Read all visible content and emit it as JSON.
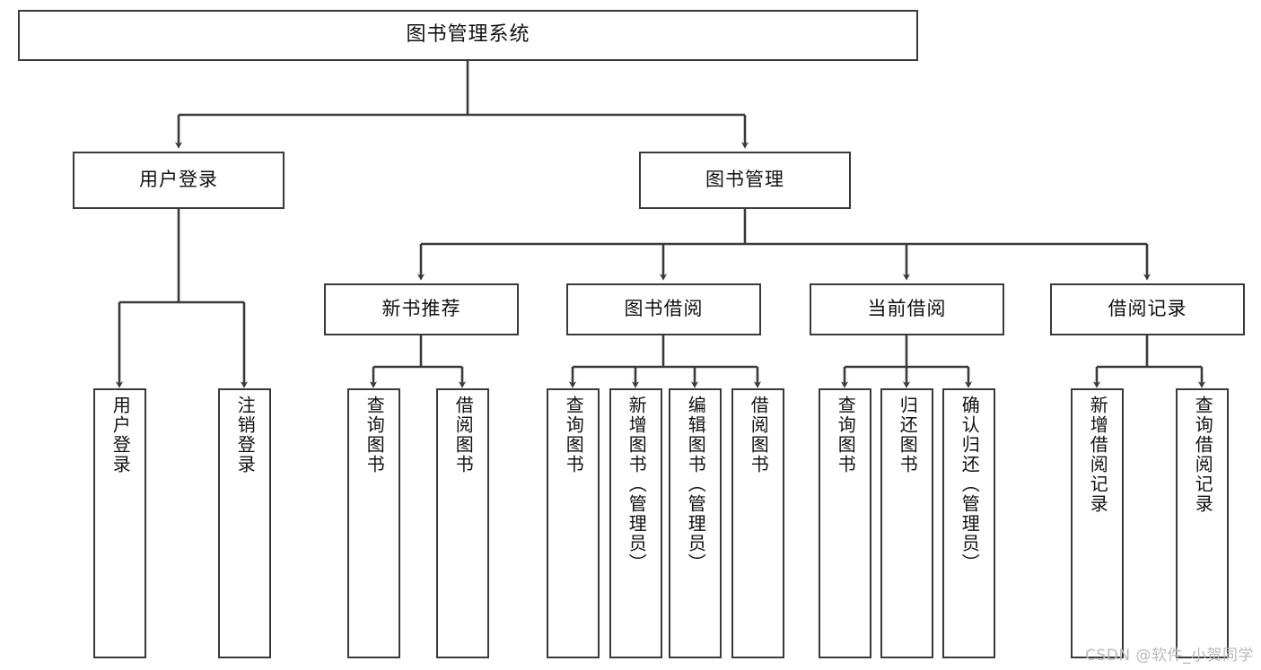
{
  "diagram": {
    "title": "图书管理系统",
    "type": "tree-hierarchy-diagram",
    "colors": {
      "box_border": "#3a3a3a",
      "box_fill": "#ffffff",
      "edge": "#3a3a3a",
      "text": "#111111",
      "watermark": "#b9b9b9",
      "background": "#ffffff"
    },
    "root": {
      "label": "图书管理系统"
    },
    "level2": [
      {
        "label": "用户登录"
      },
      {
        "label": "图书管理"
      }
    ],
    "level3": [
      {
        "label": "新书推荐"
      },
      {
        "label": "图书借阅"
      },
      {
        "label": "当前借阅"
      },
      {
        "label": "借阅记录"
      }
    ],
    "leaves": {
      "user_login": [
        {
          "label": "用户登录"
        },
        {
          "label": "注销登录"
        }
      ],
      "new_book_recommend": [
        {
          "label": "查询图书"
        },
        {
          "label": "借阅图书"
        }
      ],
      "book_borrow": [
        {
          "label": "查询图书"
        },
        {
          "label": "新增图书（管理员）"
        },
        {
          "label": "编辑图书（管理员）"
        },
        {
          "label": "借阅图书"
        }
      ],
      "current_borrow": [
        {
          "label": "查询图书"
        },
        {
          "label": "归还图书"
        },
        {
          "label": "确认归还（管理员）"
        }
      ],
      "borrow_record": [
        {
          "label": "新增借阅记录"
        },
        {
          "label": "查询借阅记录"
        }
      ]
    },
    "watermark": "CSDN @软件_小贺同学"
  }
}
